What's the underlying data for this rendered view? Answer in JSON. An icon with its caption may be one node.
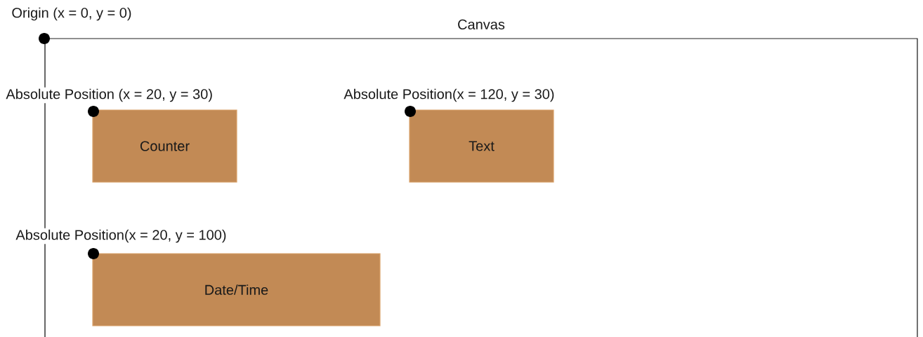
{
  "diagram": {
    "nodes": [
      {
        "text": [
          "Canvas"
        ],
        "beside": [
          "Origin (x = 0, y = 0)"
        ]
      },
      {
        "text": [
          "Counter"
        ],
        "in": 0,
        "beside": [
          "Absolute Position (x = 20, y = 30)"
        ]
      },
      {
        "text": [
          "Text"
        ],
        "in": 0,
        "beside": [
          "Absolute Position(x = 120, y = 30)"
        ]
      },
      {
        "text": [
          "Date/Time"
        ],
        "in": 0,
        "beside": [
          "Absolute Position(x = 20, y = 100)"
        ]
      }
    ]
  }
}
